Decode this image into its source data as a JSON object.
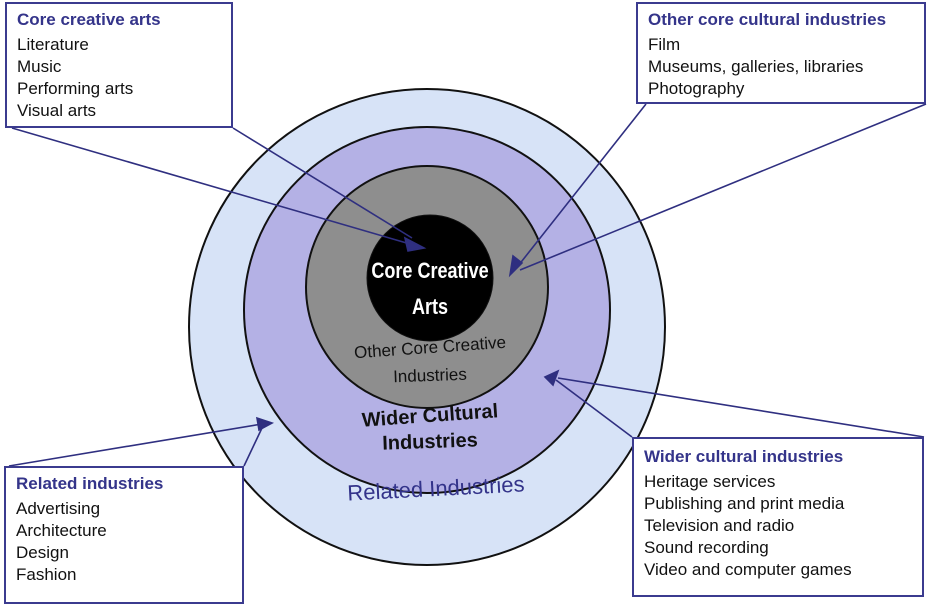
{
  "diagram": {
    "rings": {
      "core_label_line1": "Core Creative",
      "core_label_line2": "Arts",
      "other_label_line1": "Other Core Creative",
      "other_label_line2": "Industries",
      "wider_label_line1": "Wider Cultural",
      "wider_label_line2": "Industries",
      "related_label": "Related Industries"
    },
    "colors": {
      "related_ring": "#d7e3f7",
      "wider_ring": "#b4b1e5",
      "other_ring": "#8e8e8e",
      "core": "#000000",
      "box_border": "#3b3b8f",
      "title_text": "#34348a"
    }
  },
  "boxes": {
    "core_creative_arts": {
      "title": "Core creative arts",
      "items": [
        "Literature",
        "Music",
        "Performing arts",
        "Visual arts"
      ]
    },
    "other_core_cultural": {
      "title": "Other core cultural industries",
      "items": [
        "Film",
        "Museums, galleries, libraries",
        "Photography"
      ]
    },
    "related_industries": {
      "title": "Related industries",
      "items": [
        "Advertising",
        "Architecture",
        "Design",
        "Fashion"
      ]
    },
    "wider_cultural": {
      "title": "Wider cultural industries",
      "items": [
        "Heritage services",
        "Publishing and print media",
        "Television and radio",
        "Sound recording",
        "Video and computer games"
      ]
    }
  }
}
